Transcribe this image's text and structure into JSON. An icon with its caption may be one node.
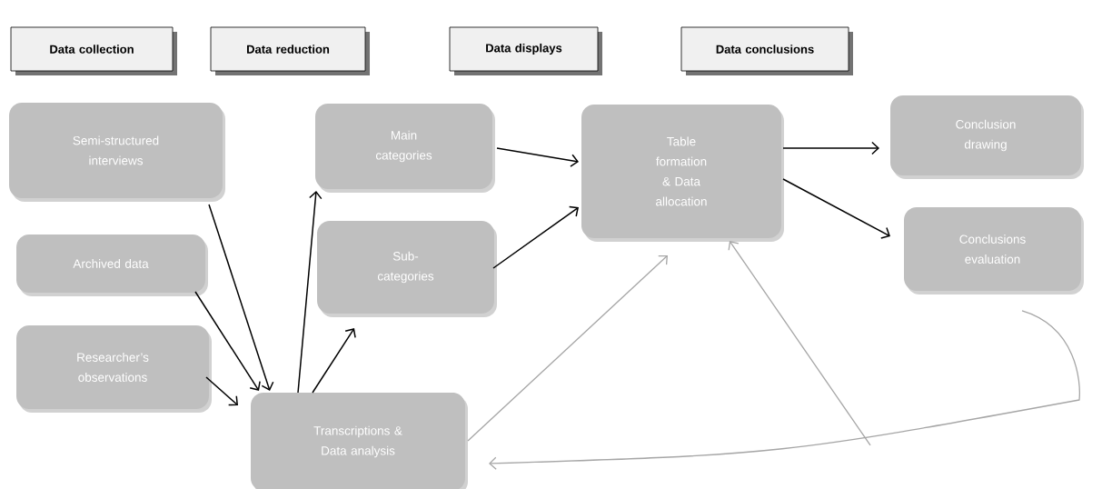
{
  "diagram": {
    "nodes": [
      {
        "text": [
          "Data collection"
        ]
      },
      {
        "text": [
          "Data reduction"
        ]
      },
      {
        "text": [
          "Data displays"
        ]
      },
      {
        "text": [
          "Data conclusions"
        ]
      },
      {
        "text": [
          "Semi-structured interviews"
        ]
      },
      {
        "text": [
          "Archived data"
        ]
      },
      {
        "text": [
          "Researcher’s observations"
        ]
      },
      {
        "text": [
          "Main categories"
        ]
      },
      {
        "text": [
          "Sub- categories"
        ]
      },
      {
        "text": [
          "Table formation & Data allocation"
        ]
      },
      {
        "text": [
          "Conclusion drawing"
        ]
      },
      {
        "text": [
          "Conclusions evaluation"
        ]
      },
      {
        "text": [
          "Transcriptions & Data analysis"
        ]
      }
    ],
    "edges": [
      {
        "from": 4,
        "to": 12,
        "arrow": "to"
      },
      {
        "from": 5,
        "to": 12,
        "arrow": "to"
      },
      {
        "from": 6,
        "to": 12,
        "arrow": "to"
      },
      {
        "from": 12,
        "to": 7,
        "arrow": "to"
      },
      {
        "from": 12,
        "to": 8,
        "arrow": "to"
      },
      {
        "from": 7,
        "to": 9,
        "arrow": "to"
      },
      {
        "from": 8,
        "to": 9,
        "arrow": "to"
      },
      {
        "from": 9,
        "to": 10,
        "arrow": "to"
      },
      {
        "from": 9,
        "to": 11,
        "arrow": "to"
      },
      {
        "from": 12,
        "to": 9,
        "arrow": "to",
        "color": "#a6a6a6"
      },
      {
        "from": 11,
        "to": 12,
        "arrow": "to",
        "color": "#a6a6a6"
      },
      {
        "from": null,
        "to": 9,
        "arrow": "to",
        "color": "#a6a6a6"
      }
    ]
  }
}
